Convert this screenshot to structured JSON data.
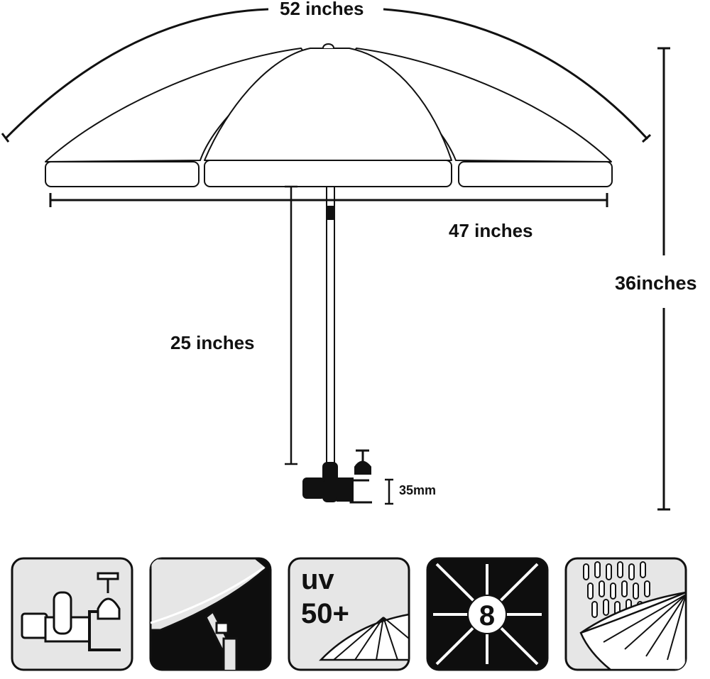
{
  "dimensions": {
    "canopy_arc": "52 inches",
    "canopy_width": "47 inches",
    "total_height": "36inches",
    "pole_length": "25 inches",
    "clamp_size": "35mm"
  },
  "feature_icons": [
    {
      "name": "clamp-icon"
    },
    {
      "name": "tilt-joint-icon"
    },
    {
      "name": "uv-protection-icon",
      "text_line1": "uv",
      "text_line2": "50+"
    },
    {
      "name": "eight-ribs-icon",
      "number": "8"
    },
    {
      "name": "waterproof-icon"
    }
  ],
  "colors": {
    "line": "#111111",
    "icon_panel": "#e6e6e6",
    "dark_panel": "#0e0e0e"
  }
}
